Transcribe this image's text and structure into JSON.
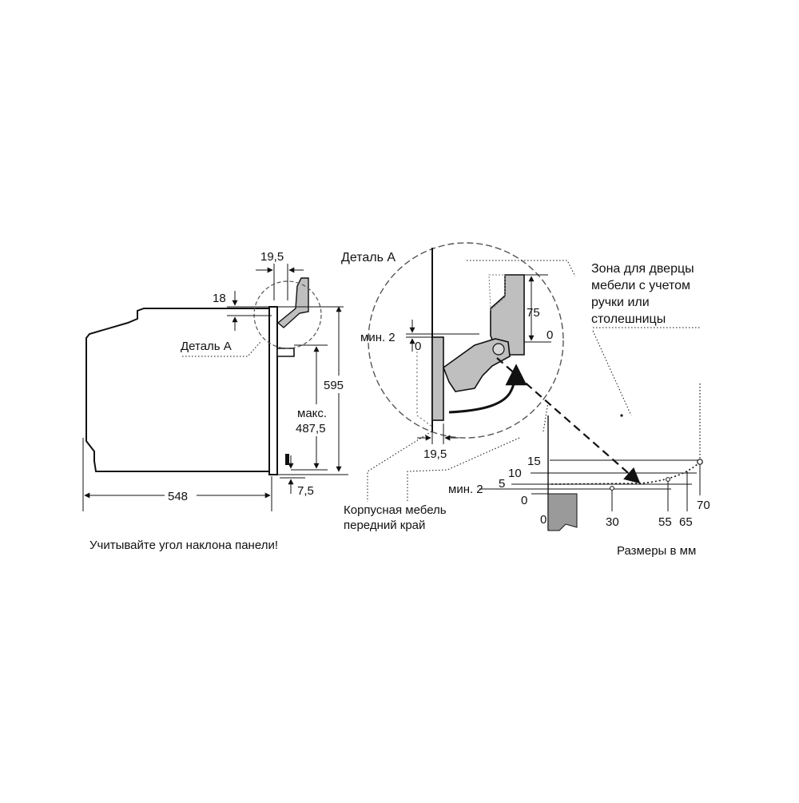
{
  "colors": {
    "line": "#111111",
    "grey": "#bfbfbf",
    "greyDark": "#9a9a9a",
    "dashed": "#555555"
  },
  "dimensions": {
    "top_width": "19,5",
    "top_offset": "18",
    "detail_ref": "Деталь А",
    "height_total": "595",
    "height_max_label": "макс.",
    "height_max_value": "487,5",
    "depth": "548",
    "bottom_offset": "7,5"
  },
  "detail": {
    "title": "Деталь А",
    "dim_75": "75",
    "dim_0_right": "0",
    "min_label": "мин. 2",
    "dim_0_left": "0",
    "bottom_width": "19,5"
  },
  "zone_note": {
    "line1": "Зона для дверцы",
    "line2": "мебели с учетом",
    "line3": "ручки или",
    "line4": "столешницы"
  },
  "furniture_note": {
    "line1": "Корпусная мебель",
    "line2": "передний край"
  },
  "scale": {
    "y_labels": [
      "15",
      "10",
      "5",
      "0"
    ],
    "min_label": "мин. 2",
    "x_labels": [
      "0",
      "30",
      "55",
      "65",
      "70"
    ]
  },
  "footer": {
    "warning": "Учитывайте угол наклона панели!",
    "units": "Размеры в мм"
  }
}
